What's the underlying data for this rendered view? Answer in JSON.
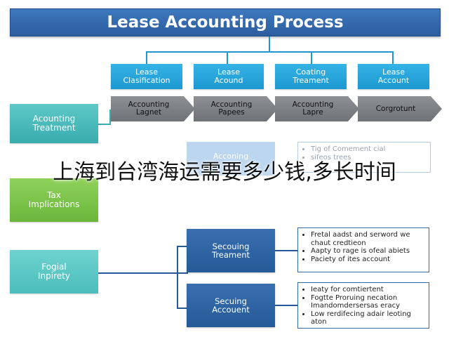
{
  "title": "Lease Accounting Process",
  "top_boxes": [
    {
      "line1": "Lease",
      "line2": "Clasification"
    },
    {
      "line1": "Lease",
      "line2": "Acound"
    },
    {
      "line1": "Coating",
      "line2": "Treament"
    },
    {
      "line1": "Lease",
      "line2": "Account"
    }
  ],
  "chevrons": [
    {
      "line1": "Accounting",
      "line2": "Lagnet"
    },
    {
      "line1": "Accounting",
      "line2": "Papees"
    },
    {
      "line1": "Accounting",
      "line2": "Lapre"
    },
    {
      "line1": "Corgrotunt",
      "line2": ""
    }
  ],
  "left_boxes": {
    "accounting": {
      "line1": "Acounting",
      "line2": "Treatment"
    },
    "tax": {
      "line1": "Tax",
      "line2": "Implications"
    },
    "legal": {
      "line1": "Fogial",
      "line2": "Inpirety"
    }
  },
  "faded_box": {
    "label": "Acconing"
  },
  "faded_note": [
    "Tig of Comement cial",
    "sifeos trees"
  ],
  "mid_boxes": [
    {
      "line1": "Secouing",
      "line2": "Treament"
    },
    {
      "line1": "Secuing",
      "line2": "Accouent"
    }
  ],
  "notes": [
    [
      "Fretal aadst and serword we chaut credtieon",
      "Aapty to rage is ofeal abiets",
      "Paciety of ites account"
    ],
    [
      "Ieaty for comtiertent",
      "Fogtte Proruing necation Imandomdersersas eracy",
      "Low rerdifecing adair leoting aton"
    ]
  ],
  "overlay": "上海到台湾海运需要多少钱,多长时间",
  "colors": {
    "title": "#2a5d9e",
    "cyan": "#1d98d1",
    "gray": "#7a7e83",
    "teal": "#39acae",
    "green": "#6ab63b",
    "navy": "#255a97"
  }
}
